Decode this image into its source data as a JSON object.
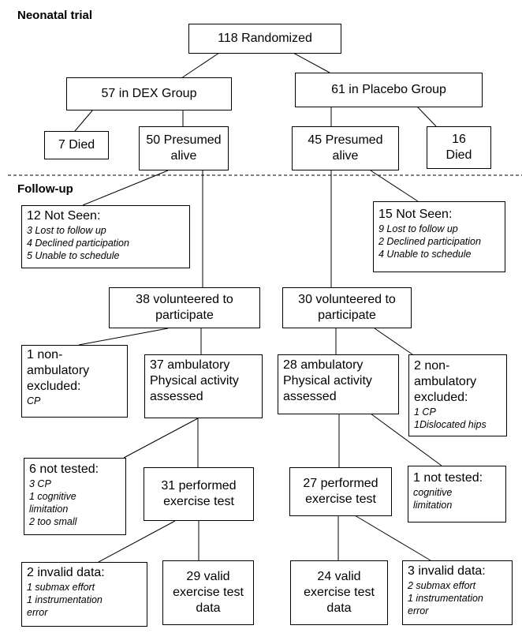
{
  "sections": {
    "neonatal": "Neonatal trial",
    "followup": "Follow-up"
  },
  "nodes": {
    "randomized": [
      "118 Randomized"
    ],
    "dex_group": [
      "57 in DEX Group"
    ],
    "placebo_group": [
      "61 in Placebo Group"
    ],
    "dex_died": [
      "7 Died"
    ],
    "dex_alive": [
      "50 Presumed",
      "alive"
    ],
    "placebo_alive": [
      "45 Presumed",
      "alive"
    ],
    "placebo_died": [
      "16",
      "Died"
    ],
    "dex_not_seen": {
      "title": "12 Not Seen:",
      "items": [
        "3 Lost to follow up",
        "4 Declined participation",
        "5 Unable to schedule"
      ]
    },
    "placebo_not_seen": {
      "title": "15 Not Seen:",
      "items": [
        "9 Lost to follow up",
        "2 Declined participation",
        "4 Unable to schedule"
      ]
    },
    "dex_volunteered": [
      "38 volunteered to",
      "participate"
    ],
    "placebo_volunteered": [
      "30 volunteered  to",
      "participate"
    ],
    "dex_nonamb": {
      "title": [
        "1 non-",
        "ambulatory",
        "excluded:"
      ],
      "items": [
        "CP"
      ]
    },
    "dex_amb": [
      "37 ambulatory",
      "Physical activity",
      "assessed"
    ],
    "placebo_amb": [
      "28 ambulatory",
      "Physical activity",
      "assessed"
    ],
    "placebo_nonamb": {
      "title": [
        "2 non-",
        "ambulatory",
        "excluded:"
      ],
      "items": [
        "1 CP",
        "1Dislocated hips"
      ]
    },
    "dex_not_tested": {
      "title": [
        "6 not tested:"
      ],
      "items": [
        "3 CP",
        "1 cognitive",
        "limitation",
        "2 too small"
      ]
    },
    "dex_performed": [
      "31 performed",
      "exercise test"
    ],
    "placebo_performed": [
      "27 performed",
      "exercise test"
    ],
    "placebo_not_tested": {
      "title": [
        "1 not tested:"
      ],
      "items": [
        "cognitive",
        "limitation"
      ]
    },
    "dex_invalid": {
      "title": [
        "2 invalid data:"
      ],
      "items": [
        "1 submax effort",
        "1 instrumentation",
        "error"
      ]
    },
    "dex_valid": [
      "29 valid",
      "exercise test",
      "data"
    ],
    "placebo_valid": [
      "24 valid",
      "exercise test",
      "data"
    ],
    "placebo_invalid": {
      "title": [
        "3 invalid data:"
      ],
      "items": [
        "2 submax effort",
        "1 instrumentation",
        "error"
      ]
    }
  }
}
